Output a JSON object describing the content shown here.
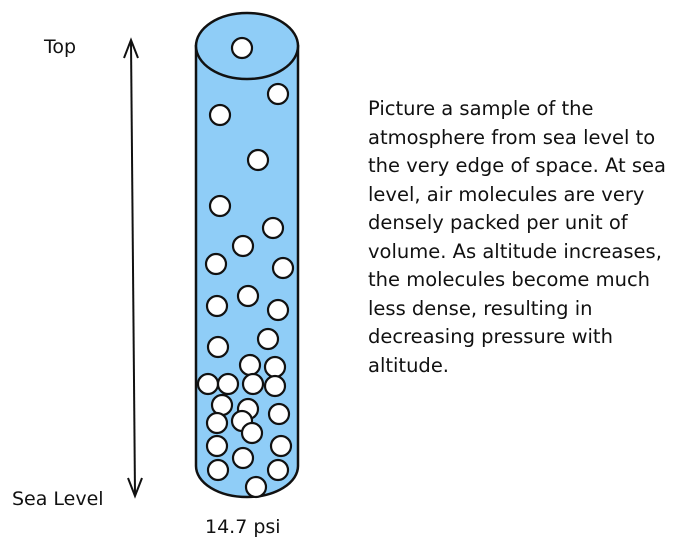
{
  "labels": {
    "top": "Top",
    "bottom": "Sea Level",
    "pressure": "14.7 psi"
  },
  "description": "Picture a sample of the atmosphere from sea level to the very edge of space. At sea level, air molecules are very densely packed per unit of volume. As altitude increases, the molecules become much less dense, resulting in decreasing pressure with altitude.",
  "colors": {
    "air": "#8fcdf7",
    "molecule": "#ffffff",
    "outline": "#111111"
  }
}
